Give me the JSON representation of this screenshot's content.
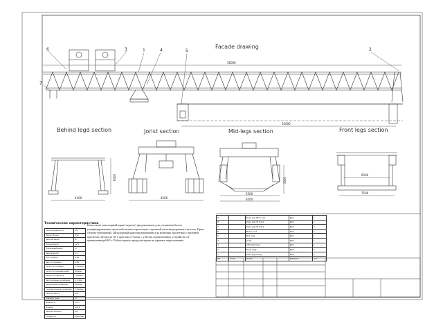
{
  "views": {
    "facade": "Facade drawing",
    "behind": "Behind legd section",
    "jorist": "Jorist section",
    "mid": "Mid-legs section",
    "front": "Front legs section"
  },
  "callouts": [
    "6",
    "3",
    "1",
    "4",
    "5",
    "2",
    "7"
  ],
  "dimensions": {
    "girder_length": "56000",
    "track_length": "33000",
    "behind_height": "6000",
    "behind_width": "4100",
    "jorist_width": "4500",
    "mid_width_top": "5500",
    "mid_width_bottom": "6500",
    "mid_height": "3500",
    "front_width": "6500",
    "front_base": "7500"
  },
  "description": "Консольно-шпалорный кран (агрегат) предназначен для установки балок унифицированных железобетонных пролетных строений железнодорожных мостов. Кран сборно-разборный. Шпалорный кран предназначен для монтажа пролетных строений пролетом, весом до 35 т при массе балок с учетом строповочных устройств, не превышающей 65 т. Работа крана предусмотрена на прямых пересечениях.",
  "spec_title": "Технические характеристики",
  "spec_rows": [
    [
      "Грузоподъемность",
      "65т"
    ],
    [
      "Пролет балки",
      "33м"
    ],
    [
      "Рабочий вылет",
      "6т"
    ],
    [
      "Полный вылет",
      "12,5"
    ],
    [
      "Подъемный вылет",
      "5т"
    ],
    [
      "Задний вылет",
      "4,7"
    ],
    [
      "Max глубина",
      "6,8м"
    ],
    [
      "Высота подъема",
      "9,5м"
    ],
    [
      "Скорость подъема",
      "0,7м/мин"
    ],
    [
      "Скорость передвижения",
      "3м/мин"
    ],
    [
      "Скорость поворота",
      "75м/мин"
    ],
    [
      "Вертикальные колебания",
      "± 0,25м"
    ],
    [
      "Продольное колебание",
      "4м/мин"
    ],
    [
      "Горизонтальное колебание",
      "7,5м/мин"
    ],
    [
      "Рабочая масса",
      "163"
    ],
    [
      "Подъем груза",
      "5т"
    ],
    [
      "Мощность",
      "175т"
    ],
    [
      "Модель",
      "JPQ-2"
    ],
    [
      "Рабочая ширина",
      "9м"
    ],
    [
      "Стоимость",
      "95шт/мес"
    ]
  ],
  "parts_rows": [
    [
      "9",
      "Front leg lift tr ack",
      "Part",
      "1"
    ],
    [
      "8",
      "Rear leg lift track",
      "Part",
      "1"
    ],
    [
      "7",
      "Rear leg lift track",
      "Part",
      "3"
    ],
    [
      "6",
      "Motor unit",
      "Part",
      "1"
    ],
    [
      "5",
      "Mid legs",
      "Part",
      "1"
    ],
    [
      "4",
      "Jorist",
      "Part",
      "1"
    ],
    [
      "3",
      "Lifting trolley",
      "Part",
      "1"
    ],
    [
      "2",
      "Front legs",
      "Part",
      "2"
    ],
    [
      "1",
      "Rear leg trolley",
      "Part",
      "2"
    ]
  ],
  "parts_header": [
    "No.",
    "Code",
    "Name",
    "Material",
    "QTY"
  ]
}
